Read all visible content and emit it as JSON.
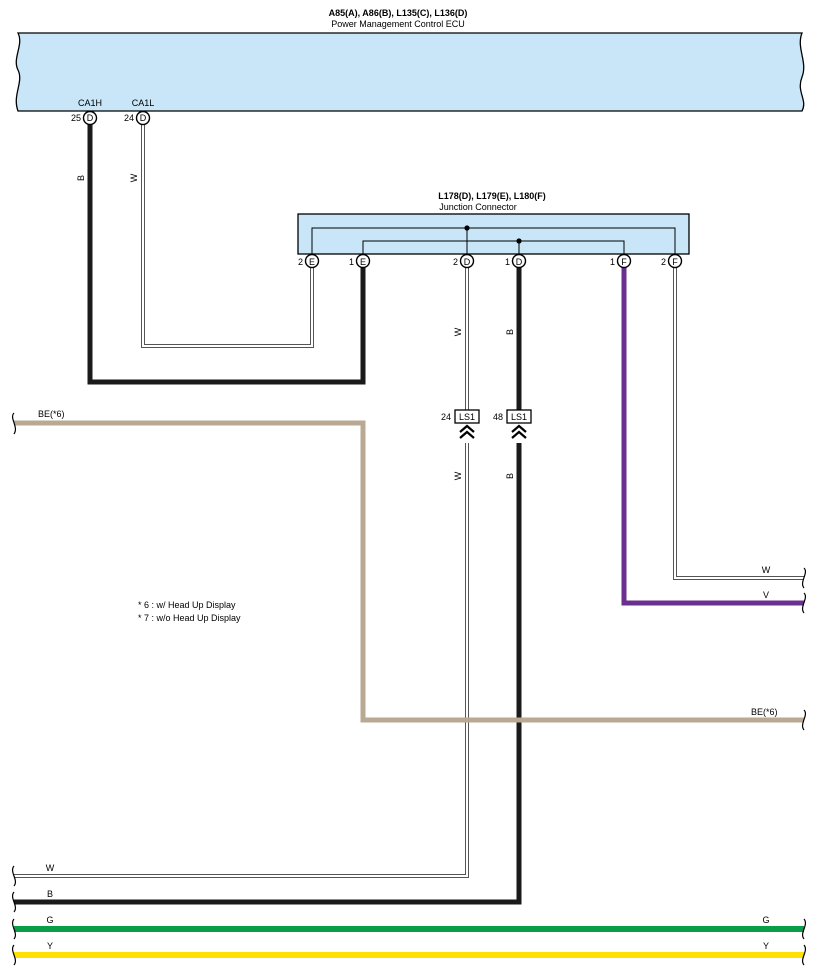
{
  "ecu": {
    "codes": "A85(A), A86(B), L135(C), L136(D)",
    "name": "Power Management Control ECU",
    "pins": [
      {
        "num": "25",
        "letter": "D",
        "signal": "CA1H"
      },
      {
        "num": "24",
        "letter": "D",
        "signal": "CA1L"
      }
    ]
  },
  "junction": {
    "codes": "L178(D), L179(E), L180(F)",
    "name": "Junction Connector",
    "pins": [
      {
        "num": "2",
        "letter": "E"
      },
      {
        "num": "1",
        "letter": "E"
      },
      {
        "num": "2",
        "letter": "D"
      },
      {
        "num": "1",
        "letter": "D"
      },
      {
        "num": "1",
        "letter": "F"
      },
      {
        "num": "2",
        "letter": "F"
      }
    ]
  },
  "connectors": [
    {
      "num": "24",
      "label": "LS1"
    },
    {
      "num": "48",
      "label": "LS1"
    }
  ],
  "wire_labels": {
    "b_left": "B",
    "w_left": "W",
    "w_mid_upper": "W",
    "b_mid_upper": "B",
    "w_mid_lower": "W",
    "b_mid_lower": "B",
    "be_left": "BE(*6)",
    "be_right": "BE(*6)",
    "w_right": "W",
    "v_right": "V",
    "w_bottom": "W",
    "b_bottom": "B",
    "g_left": "G",
    "g_right": "G",
    "y_left": "Y",
    "y_right": "Y"
  },
  "notes": [
    "* 6 : w/ Head Up Display",
    "* 7 : w/o Head Up Display"
  ],
  "colors": {
    "component_fill": "#c8e6f8",
    "black_wire": "#1a1a1a",
    "beige_wire": "#b9a892",
    "violet_wire": "#6b2f8f",
    "green_wire": "#0a9d48",
    "yellow_wire": "#ffe000"
  }
}
